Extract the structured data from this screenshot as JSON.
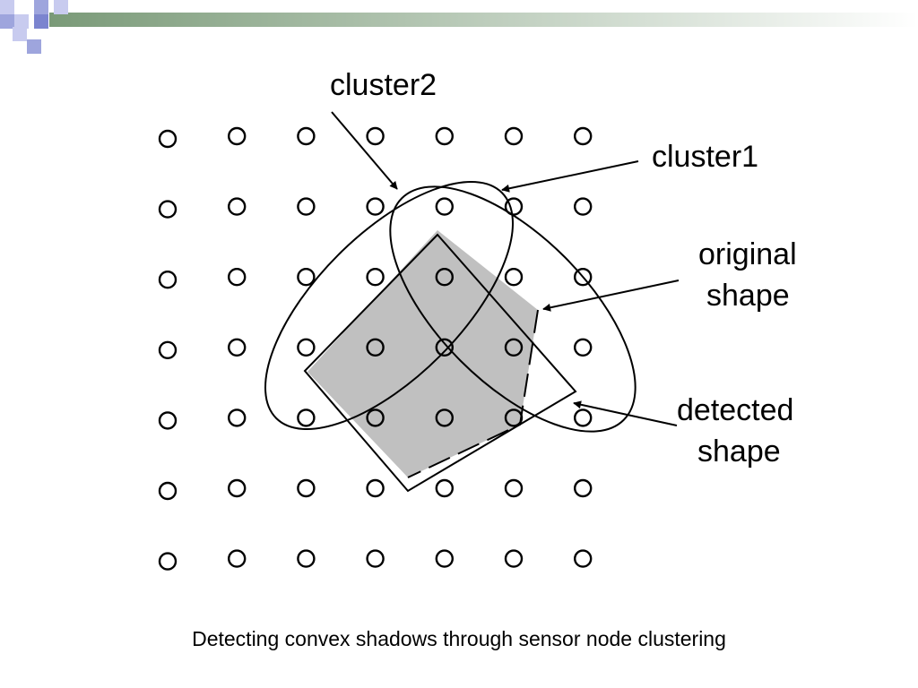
{
  "slide": {
    "header_gradient": [
      "#7a9a78",
      "#ffffff"
    ],
    "corner_square_colors": [
      "#c8cbef",
      "#9ea5dd",
      "#7b84cf"
    ]
  },
  "diagram": {
    "labels": {
      "cluster2": "cluster2",
      "cluster1": "cluster1",
      "original_line1": "original",
      "original_line2": "shape",
      "detected_line1": "detected",
      "detected_line2": "shape"
    },
    "grid": {
      "rows": 7,
      "cols": 7
    },
    "colors": {
      "original_shape_fill": "#c0c0c0",
      "stroke": "#000000",
      "node_fill": "#ffffff"
    }
  },
  "caption": "Detecting convex shadows through sensor node clustering"
}
